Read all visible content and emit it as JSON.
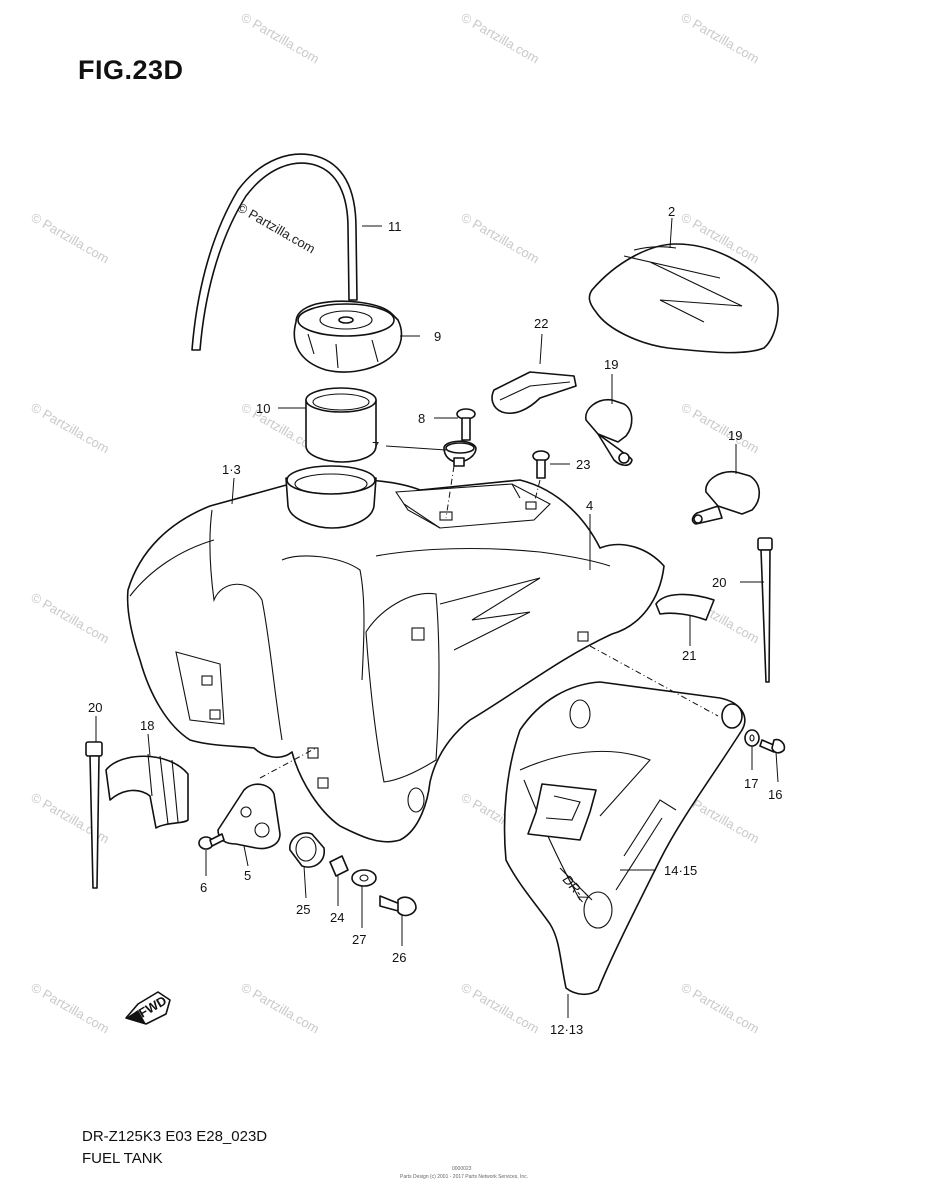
{
  "figure": {
    "title": "FIG.23D"
  },
  "footer": {
    "model_code": "DR-Z125K3 E03 E28_023D",
    "name": "FUEL TANK",
    "code": "0000023",
    "copyright": "Parts Design (c) 2001 - 2017 Parts Network Services, Inc."
  },
  "watermark": {
    "text": "© Partzilla.com"
  },
  "fwd": {
    "text": "FWD"
  },
  "decal_text": {
    "brand": "DR-Z"
  },
  "labels": [
    {
      "id": "11",
      "text": "11"
    },
    {
      "id": "2",
      "text": "2"
    },
    {
      "id": "9",
      "text": "9"
    },
    {
      "id": "22",
      "text": "22"
    },
    {
      "id": "19a",
      "text": "19"
    },
    {
      "id": "10",
      "text": "10"
    },
    {
      "id": "8",
      "text": "8"
    },
    {
      "id": "7",
      "text": "7"
    },
    {
      "id": "19b",
      "text": "19"
    },
    {
      "id": "23",
      "text": "23"
    },
    {
      "id": "1-3",
      "text": "1·3"
    },
    {
      "id": "4",
      "text": "4"
    },
    {
      "id": "20a",
      "text": "20"
    },
    {
      "id": "21",
      "text": "21"
    },
    {
      "id": "20b",
      "text": "20"
    },
    {
      "id": "18",
      "text": "18"
    },
    {
      "id": "17",
      "text": "17"
    },
    {
      "id": "16",
      "text": "16"
    },
    {
      "id": "14-15",
      "text": "14·15"
    },
    {
      "id": "6",
      "text": "6"
    },
    {
      "id": "5",
      "text": "5"
    },
    {
      "id": "25",
      "text": "25"
    },
    {
      "id": "24",
      "text": "24"
    },
    {
      "id": "27",
      "text": "27"
    },
    {
      "id": "26",
      "text": "26"
    },
    {
      "id": "12-13",
      "text": "12·13"
    }
  ]
}
